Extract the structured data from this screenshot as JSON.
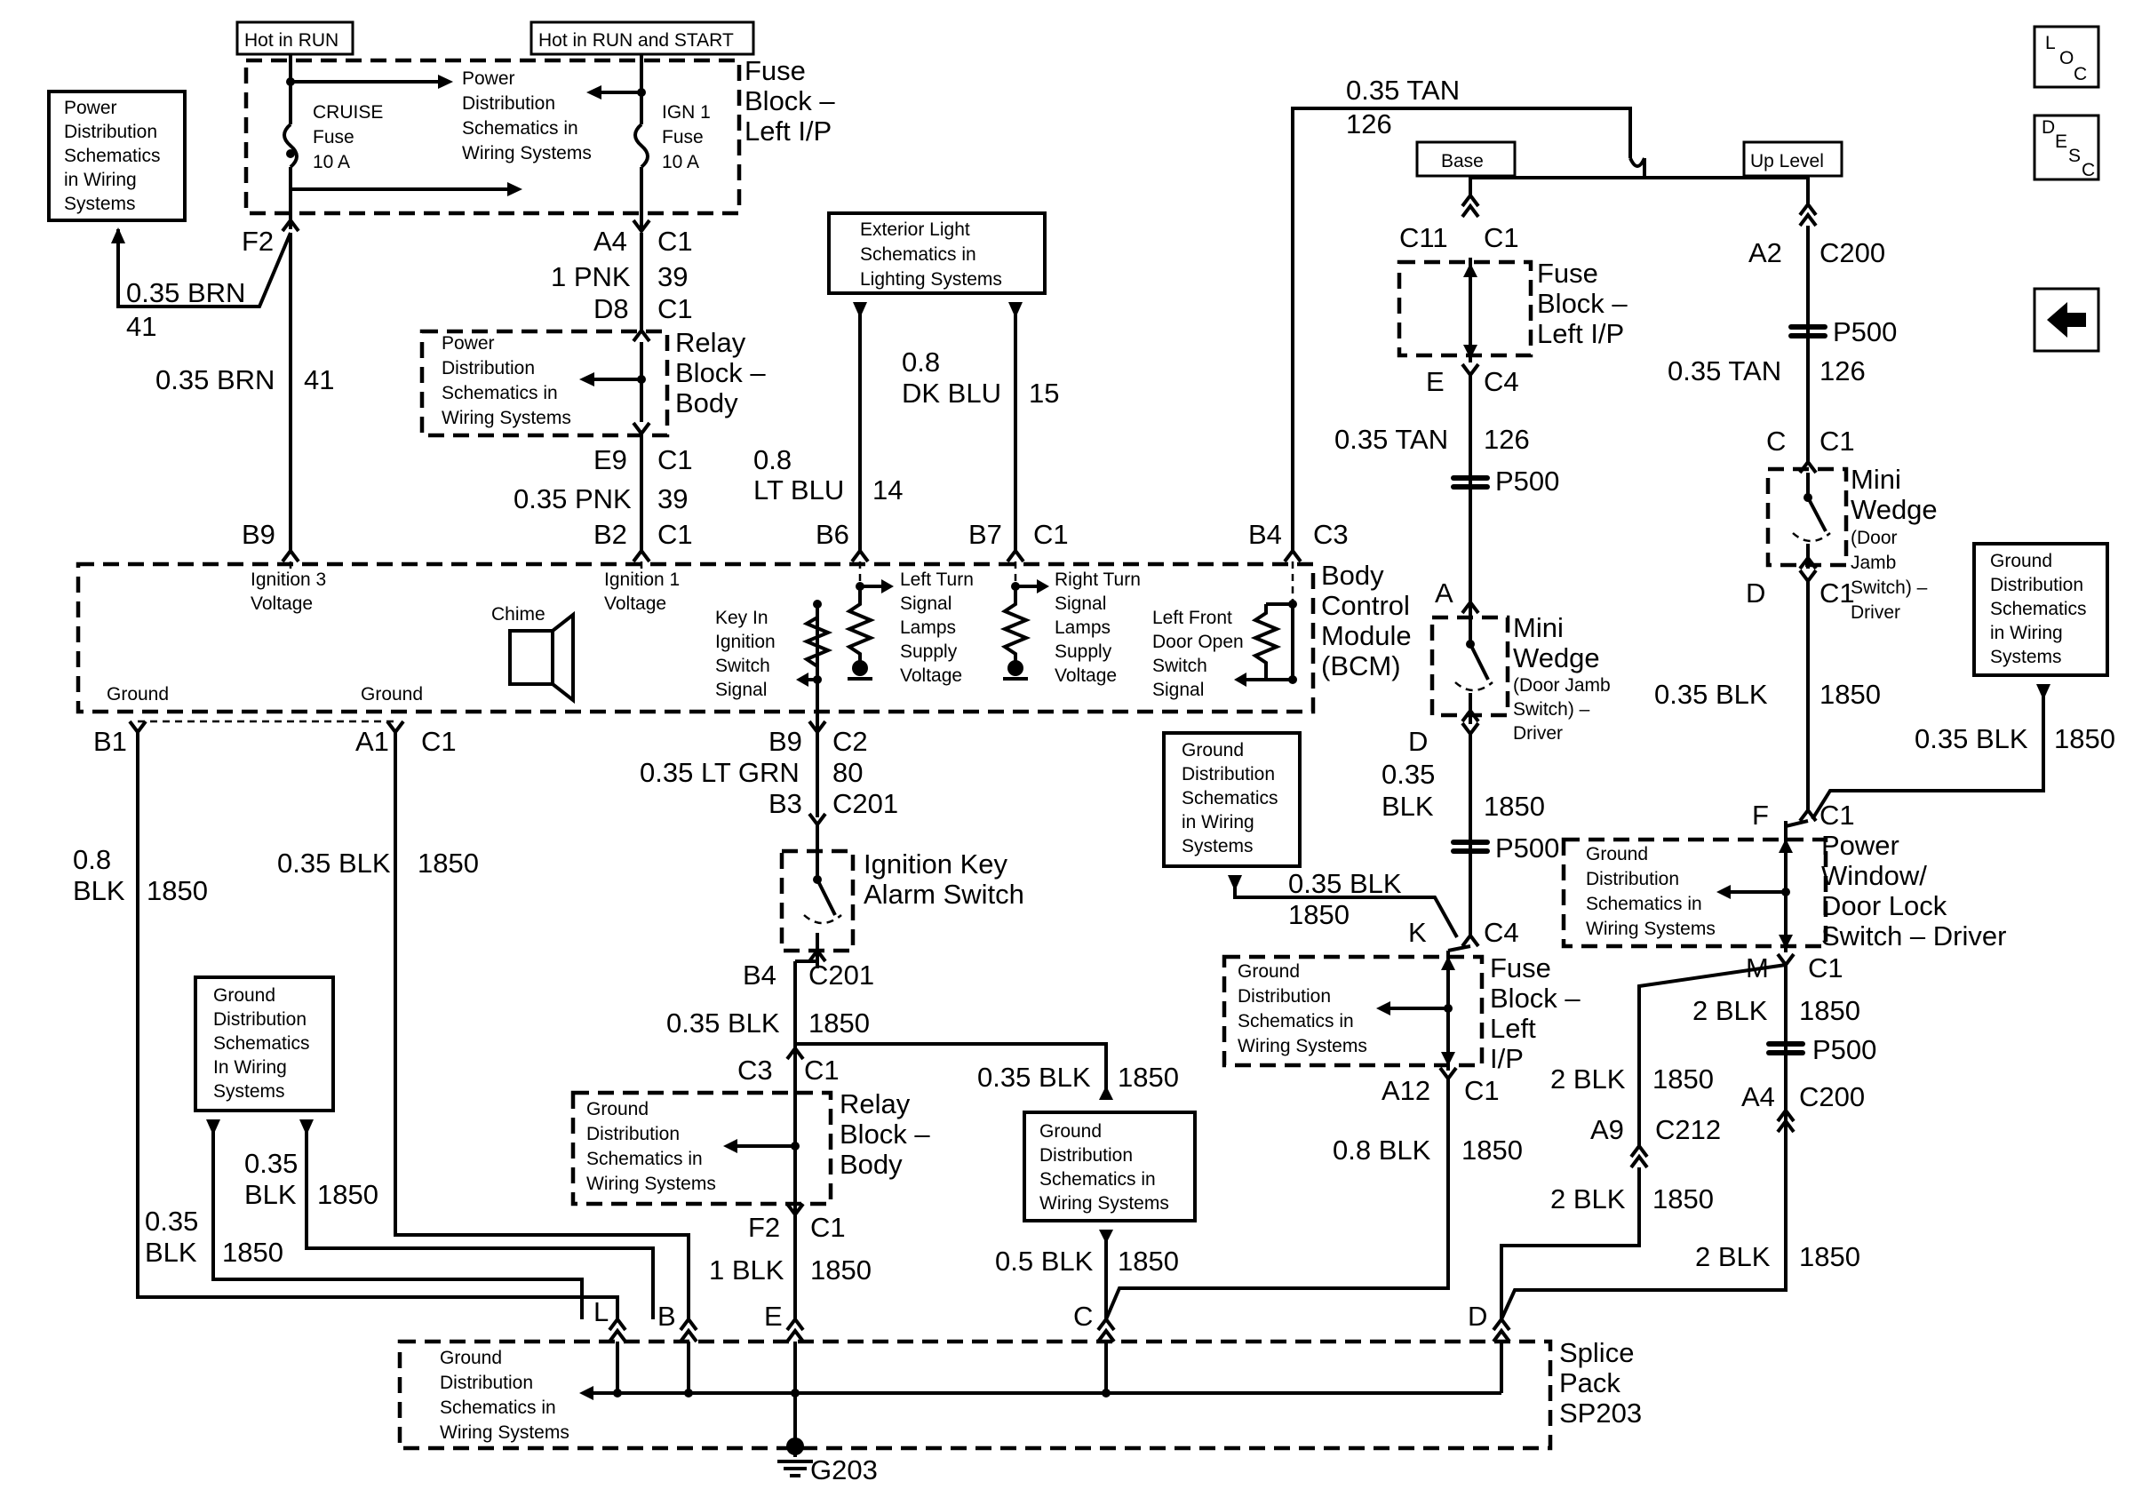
{
  "headers": {
    "hot_run": "Hot in RUN",
    "hot_run_start": "Hot in RUN and START",
    "base": "Base",
    "uplevel": "Up Level"
  },
  "nav": {
    "loc": [
      "L",
      "O",
      "C"
    ],
    "desc": [
      "D",
      "E",
      "S",
      "C"
    ]
  },
  "fuse_block_top": {
    "title": [
      "Fuse",
      "Block –",
      "Left I/P"
    ],
    "cruise": [
      "CRUISE",
      "Fuse",
      "10 A"
    ],
    "ign1": [
      "IGN 1",
      "Fuse",
      "10 A"
    ],
    "pd": [
      "Power",
      "Distribution",
      "Schematics in",
      "Wiring Systems"
    ]
  },
  "pd_left": [
    "Power",
    "Distribution",
    "Schematics",
    "in Wiring",
    "Systems"
  ],
  "relay_block_upper": {
    "title": [
      "Relay",
      "Block –",
      "Body"
    ],
    "pd": [
      "Power",
      "Distribution",
      "Schematics in",
      "Wiring Systems"
    ]
  },
  "exterior_light": [
    "Exterior Light",
    "Schematics in",
    "Lighting Systems"
  ],
  "bcm": {
    "title": [
      "Body",
      "Control",
      "Module",
      "(BCM)"
    ],
    "ign3": [
      "Ignition 3",
      "Voltage"
    ],
    "ign1": [
      "Ignition 1",
      "Voltage"
    ],
    "chime": "Chime",
    "keyin": [
      "Key In",
      "Ignition",
      "Switch",
      "Signal"
    ],
    "left_turn": [
      "Left Turn",
      "Signal",
      "Lamps",
      "Supply",
      "Voltage"
    ],
    "right_turn": [
      "Right Turn",
      "Signal",
      "Lamps",
      "Supply",
      "Voltage"
    ],
    "lf_door": [
      "Left Front",
      "Door Open",
      "Switch",
      "Signal"
    ],
    "ground": "Ground"
  },
  "wires": {
    "w_035brn": "0.35 BRN",
    "w_41": "41",
    "w_1pnk": "1 PNK",
    "w_39": "39",
    "w_035pnk": "0.35 PNK",
    "w_08": "0.8",
    "w_dkblu": "DK BLU",
    "w_15": "15",
    "w_ltblu": "LT BLU",
    "w_14": "14",
    "w_035tan": "0.35 TAN",
    "w_126": "126",
    "w_035ltgrn": "0.35 LT GRN",
    "w_80": "80",
    "w_035blk": "0.35 BLK",
    "w_1850": "1850",
    "w_blk": "BLK",
    "w_035": "0.35",
    "w_1blk": "1 BLK",
    "w_05blk": "0.5 BLK",
    "w_08blk": "0.8 BLK",
    "w_2blk": "2 BLK"
  },
  "connectors": {
    "F2": "F2",
    "A4": "A4",
    "C1": "C1",
    "D8": "D8",
    "E9": "E9",
    "B9": "B9",
    "B2": "B2",
    "B6": "B6",
    "B7": "B7",
    "B4": "B4",
    "C3": "C3",
    "C2": "C2",
    "B3": "B3",
    "C201": "C201",
    "B1": "B1",
    "A1": "A1",
    "C11": "C11",
    "E": "E",
    "C4": "C4",
    "A2": "A2",
    "C200": "C200",
    "P500": "P500",
    "C": "C",
    "D": "D",
    "A": "A",
    "K": "K",
    "F": "F",
    "M": "M",
    "A12": "A12",
    "A9": "A9",
    "C212": "C212",
    "L": "L",
    "B": "B",
    "G203": "G203"
  },
  "ignition_key": [
    "Ignition Key",
    "Alarm Switch"
  ],
  "relay_block_lower": {
    "title": [
      "Relay",
      "Block –",
      "Body"
    ],
    "gd": [
      "Ground",
      "Distribution",
      "Schematics in",
      "Wiring Systems"
    ]
  },
  "fuse_block_right": {
    "title": [
      "Fuse",
      "Block –",
      "Left I/P"
    ]
  },
  "mini_wedge_uplevel": [
    "Mini",
    "Wedge",
    "(Door",
    "Jamb",
    "Switch) –",
    "Driver"
  ],
  "mini_wedge_base": [
    "Mini",
    "Wedge",
    "(Door Jamb",
    "Switch) –",
    "Driver"
  ],
  "gd_boxes": {
    "gd_center": [
      "Ground",
      "Distribution",
      "Schematics in",
      "Wiring Systems"
    ],
    "gd_left": [
      "Ground",
      "Distribution",
      "Schematics",
      "In Wiring",
      "Systems"
    ],
    "gd_mid": [
      "Ground",
      "Distribution",
      "Schematics",
      "in Wiring",
      "Systems"
    ],
    "gd_right": [
      "Ground",
      "Distribution",
      "Schematics",
      "in Wiring",
      "Systems"
    ]
  },
  "fuse_block_lower": {
    "title": [
      "Fuse",
      "Block –",
      "Left",
      "I/P"
    ],
    "gd": [
      "Ground",
      "Distribution",
      "Schematics in",
      "Wiring Systems"
    ]
  },
  "power_window": {
    "title": [
      "Power",
      "Window/",
      "Door Lock",
      "Switch – Driver"
    ],
    "gd": [
      "Ground",
      "Distribution",
      "Schematics in",
      "Wiring Systems"
    ]
  },
  "splice_pack": {
    "title": [
      "Splice",
      "Pack",
      "SP203"
    ],
    "gd": [
      "Ground",
      "Distribution",
      "Schematics in",
      "Wiring Systems"
    ]
  }
}
